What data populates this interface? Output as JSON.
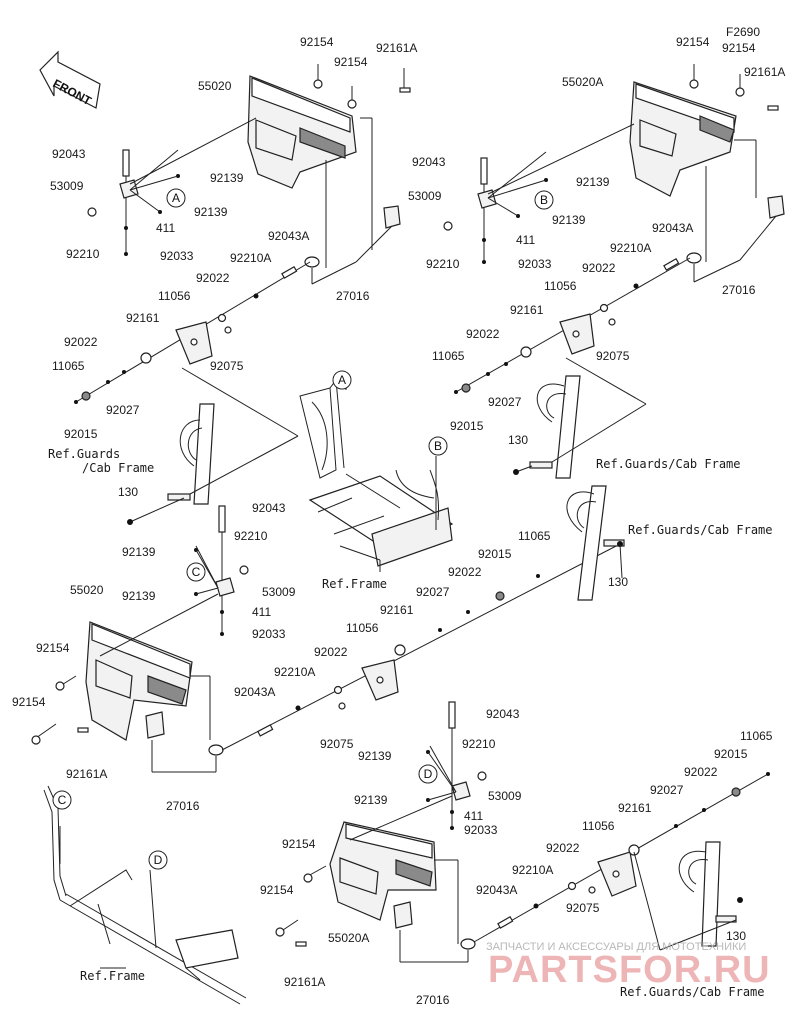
{
  "diagram_id": "F2690",
  "front_label": "FRONT",
  "part_numbers": {
    "p11056": "11056",
    "p11065": "11065",
    "p130": "130",
    "p27016": "27016",
    "p411": "411",
    "p53009": "53009",
    "p55020": "55020",
    "p55020A": "55020A",
    "p92015": "92015",
    "p92022": "92022",
    "p92027": "92027",
    "p92033": "92033",
    "p92043": "92043",
    "p92043A": "92043A",
    "p92075": "92075",
    "p92139": "92139",
    "p92154": "92154",
    "p92161": "92161",
    "p92161A": "92161A",
    "p92210": "92210",
    "p92210A": "92210A"
  },
  "references": {
    "guards_cab_frame": "Ref.Guards/Cab Frame",
    "guards_split_1": "Ref.Guards",
    "guards_split_2": "/Cab Frame",
    "frame": "Ref.Frame"
  },
  "callouts": {
    "a": "A",
    "b": "B",
    "c": "C",
    "d": "D"
  },
  "watermark": {
    "tagline": "ЗАПЧАСТИ И АКСЕССУАРЫ ДЛЯ МОТОТЕХНИКИ",
    "brand": "PARTSFOR.RU"
  }
}
